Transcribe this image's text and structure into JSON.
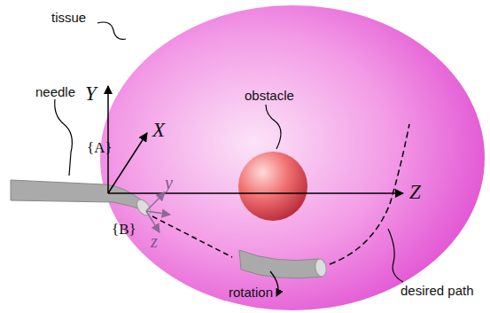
{
  "diagram": {
    "labels": [
      "tissue",
      "needle",
      "obstacle",
      "rotation",
      "desired path",
      "Y",
      "X",
      "Z",
      "{A}",
      "{B}",
      "y",
      "z"
    ]
  }
}
